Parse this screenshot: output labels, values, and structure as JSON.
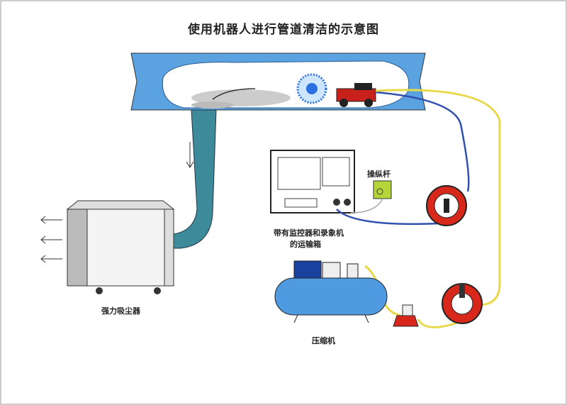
{
  "title": "使用机器人进行管道清洁的示意图",
  "labels": {
    "joystick": "操纵杆",
    "monitor_box_line1": "带有监控器和录象机",
    "monitor_box_line2": "的运输箱",
    "vacuum": "强力吸尘器",
    "compressor": "压缩机"
  },
  "colors": {
    "pipe": "#5aa3e0",
    "hose": "#3d8a9a",
    "cable_yellow": "#e8d84a",
    "cable_blue": "#3050b0",
    "reel": "#d8281c",
    "tank": "#4f9ae0"
  }
}
